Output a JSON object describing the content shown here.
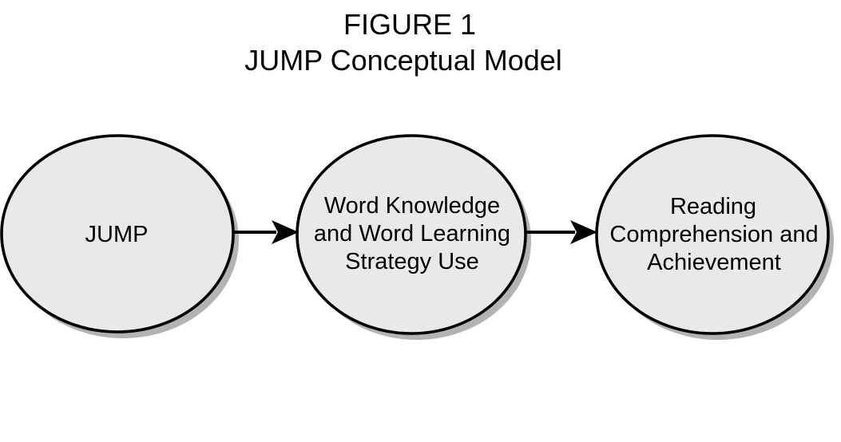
{
  "figure": {
    "label": "FIGURE 1",
    "title": "JUMP Conceptual Model"
  },
  "nodes": [
    {
      "id": "jump",
      "lines": [
        "JUMP"
      ]
    },
    {
      "id": "word-knowledge-strategy-use",
      "lines": [
        "Word Knowledge",
        "and Word Learning",
        "Strategy Use"
      ]
    },
    {
      "id": "reading-comprehension-achievement",
      "lines": [
        "Reading",
        "Comprehension and",
        "Achievement"
      ]
    }
  ],
  "connections": [
    {
      "from": "jump",
      "to": "word-knowledge-strategy-use",
      "type": "arrow"
    },
    {
      "from": "word-knowledge-strategy-use",
      "to": "reading-comprehension-achievement",
      "type": "arrow"
    }
  ],
  "colors": {
    "background": "#ffffff",
    "node_fill": "#e9e9e9",
    "node_stroke": "#000000",
    "node_shadow": "#b3b3b3",
    "text": "#000000",
    "arrow": "#000000"
  }
}
